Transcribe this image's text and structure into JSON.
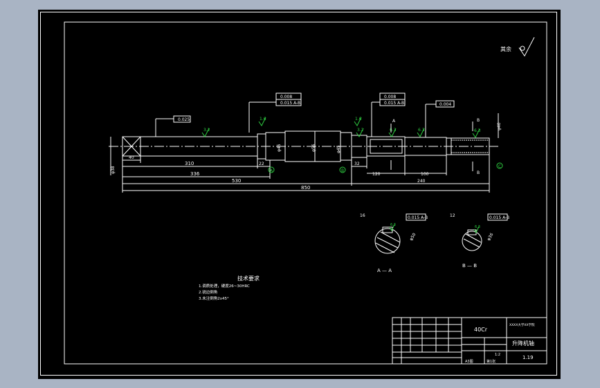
{
  "roughness_note": "其余",
  "material": "40Cr",
  "part_name": "升降机轴",
  "drawing_no": "1.19",
  "school": "XXXX大学XX学院",
  "scale": "1:2",
  "sheet_size": "A3图",
  "sheets": "第1张",
  "tech_req": {
    "title": "技术要求",
    "items": [
      "1.调质处理，硬度26~30HRC",
      "2.锐边倒角",
      "3.未注倒角2x45°"
    ]
  },
  "dims": {
    "d40": "40",
    "d310": "310",
    "d336": "336",
    "d530": "530",
    "d850": "850",
    "d22": "22",
    "d32": "32",
    "d120": "120",
    "d100": "100",
    "d240": "240",
    "phi_left": "φ38",
    "phi_mid": "φ45",
    "phi_m2": "φ56",
    "phi_m3": "φ45",
    "phi_right": "φ40"
  },
  "tolerances": {
    "t1": "0.025",
    "t2a": "0.008",
    "t2b": "0.015 A-B",
    "t3a": "0.008",
    "t3b": "0.015 A-B",
    "t4": "0.004",
    "secA": "0.015 A-B",
    "secB": "0.015 A-B"
  },
  "roughness": {
    "r1": "3.2",
    "r2": "1.6",
    "r3": "1.6",
    "r4": "3.2",
    "r5": "6.3",
    "r6": "6.3",
    "r7": "6.3",
    "rA": "6.3",
    "rB": "6.3"
  },
  "datums": {
    "a": "A",
    "b": "B",
    "c": "C"
  },
  "section_labels": {
    "A": "A — A",
    "B": "B — B",
    "cutA": "A",
    "cutB": "B",
    "widthA": "16",
    "widthB": "12",
    "diaA": "φ50",
    "diaB": "φ36"
  }
}
